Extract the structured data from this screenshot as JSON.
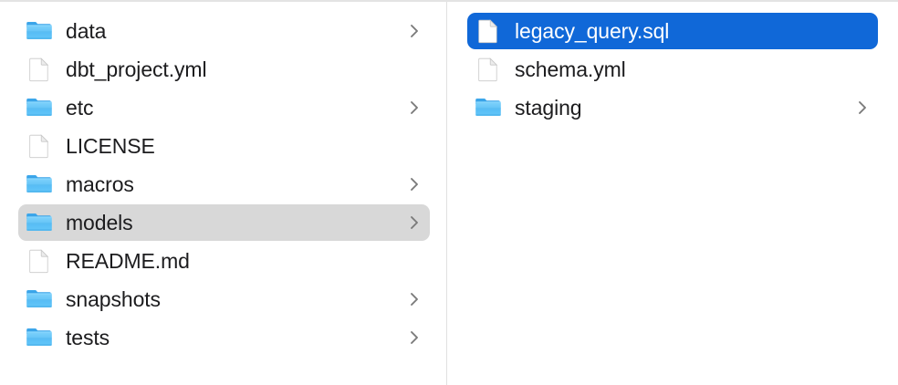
{
  "window": {
    "app": "Finder",
    "view_mode": "column"
  },
  "accent_colors": {
    "selection_blue": "#1068d8",
    "selection_gray": "#d8d8d8",
    "folder_blue": "#5ec1f5",
    "text": "#1c1c1e",
    "text_selected": "#ffffff",
    "divider": "#e0e0e0"
  },
  "columns": [
    {
      "name": "parent-column",
      "items": [
        {
          "label": "data",
          "kind": "folder",
          "icon": "folder-icon",
          "chevron": true,
          "selected": false
        },
        {
          "label": "dbt_project.yml",
          "kind": "file",
          "icon": "file-icon",
          "chevron": false,
          "selected": false
        },
        {
          "label": "etc",
          "kind": "folder",
          "icon": "folder-icon",
          "chevron": true,
          "selected": false
        },
        {
          "label": "LICENSE",
          "kind": "file",
          "icon": "file-icon",
          "chevron": false,
          "selected": false
        },
        {
          "label": "macros",
          "kind": "folder",
          "icon": "folder-icon",
          "chevron": true,
          "selected": false
        },
        {
          "label": "models",
          "kind": "folder",
          "icon": "folder-icon",
          "chevron": true,
          "selected": "gray"
        },
        {
          "label": "README.md",
          "kind": "file",
          "icon": "file-icon",
          "chevron": false,
          "selected": false
        },
        {
          "label": "snapshots",
          "kind": "folder",
          "icon": "folder-icon",
          "chevron": true,
          "selected": false
        },
        {
          "label": "tests",
          "kind": "folder",
          "icon": "folder-icon",
          "chevron": true,
          "selected": false
        }
      ]
    },
    {
      "name": "child-column",
      "items": [
        {
          "label": "legacy_query.sql",
          "kind": "file",
          "icon": "file-icon",
          "chevron": false,
          "selected": "blue"
        },
        {
          "label": "schema.yml",
          "kind": "file",
          "icon": "file-icon",
          "chevron": false,
          "selected": false
        },
        {
          "label": "staging",
          "kind": "folder",
          "icon": "folder-icon",
          "chevron": true,
          "selected": false
        }
      ]
    }
  ]
}
